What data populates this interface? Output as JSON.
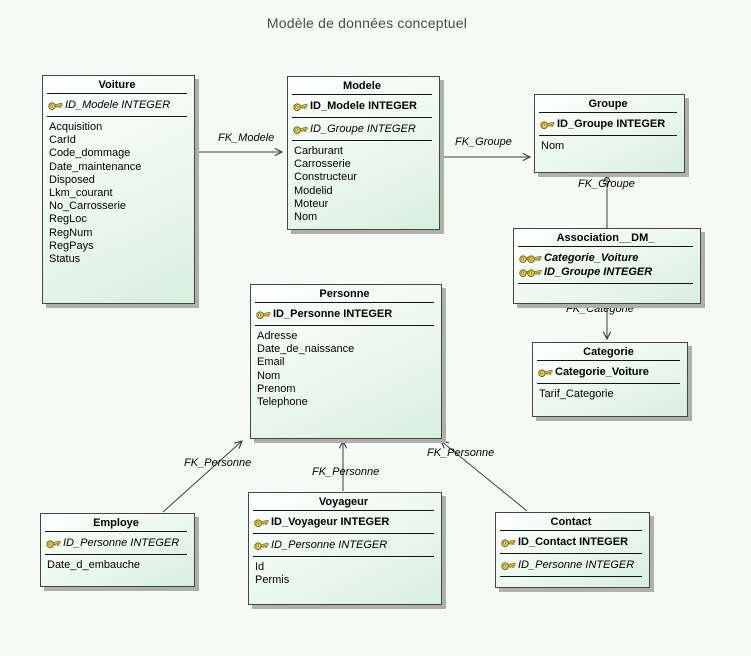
{
  "diagram": {
    "title": "Modèle de données conceptuel"
  },
  "entities": {
    "voiture": {
      "name": "Voiture",
      "keys": [
        {
          "text": "ID_Modele INTEGER",
          "role": "foreign-identifier"
        }
      ],
      "attributes": [
        "Acquisition",
        "CarId",
        "Code_dommage",
        "Date_maintenance",
        "Disposed",
        "Lkm_courant",
        "No_Carrosserie",
        "RegLoc",
        "RegNum",
        "RegPays",
        "Status"
      ]
    },
    "modele": {
      "name": "Modele",
      "keys": [
        {
          "text": "ID_Modele INTEGER",
          "role": "primary-identifier"
        },
        {
          "text": "ID_Groupe INTEGER",
          "role": "foreign-identifier"
        }
      ],
      "attributes": [
        "Carburant",
        "Carrosserie",
        "Constructeur",
        "Modelid",
        "Moteur",
        "Nom"
      ]
    },
    "groupe": {
      "name": "Groupe",
      "keys": [
        {
          "text": "ID_Groupe INTEGER",
          "role": "primary-identifier"
        }
      ],
      "attributes": [
        "Nom"
      ]
    },
    "association": {
      "name": "Association__DM_",
      "keys": [
        {
          "text": "Categorie_Voiture",
          "role": "primary-foreign-identifier"
        },
        {
          "text": "ID_Groupe INTEGER",
          "role": "primary-foreign-identifier"
        }
      ],
      "attributes": []
    },
    "categorie": {
      "name": "Categorie",
      "keys": [
        {
          "text": "Categorie_Voiture",
          "role": "primary-identifier"
        }
      ],
      "attributes": [
        "Tarif_Categorie"
      ]
    },
    "personne": {
      "name": "Personne",
      "keys": [
        {
          "text": "ID_Personne INTEGER",
          "role": "primary-identifier"
        }
      ],
      "attributes": [
        "Adresse",
        "Date_de_naissance",
        "Email",
        "Nom",
        "Prenom",
        "Telephone"
      ]
    },
    "employe": {
      "name": "Employe",
      "keys": [
        {
          "text": "ID_Personne INTEGER",
          "role": "foreign-identifier"
        }
      ],
      "attributes": [
        "Date_d_embauche"
      ]
    },
    "voyageur": {
      "name": "Voyageur",
      "keys": [
        {
          "text": "ID_Voyageur INTEGER",
          "role": "primary-identifier"
        },
        {
          "text": "ID_Personne INTEGER",
          "role": "foreign-identifier"
        }
      ],
      "attributes": [
        "Id",
        "Permis"
      ]
    },
    "contact": {
      "name": "Contact",
      "keys": [
        {
          "text": "ID_Contact INTEGER",
          "role": "primary-identifier"
        },
        {
          "text": "ID_Personne INTEGER",
          "role": "foreign-identifier"
        }
      ],
      "attributes": []
    }
  },
  "relations": {
    "voiture_to_modele": {
      "label": "FK_Modele"
    },
    "modele_to_groupe": {
      "label": "FK_Groupe"
    },
    "association_to_groupe": {
      "label": "FK_Groupe"
    },
    "association_to_categorie": {
      "label": "FK_Categorie"
    },
    "employe_to_personne": {
      "label": "FK_Personne"
    },
    "voyageur_to_personne": {
      "label": "FK_Personne"
    },
    "contact_to_personne": {
      "label": "FK_Personne"
    }
  },
  "icons": {
    "single_key": "key-icon",
    "double_key": "double-key-icon"
  },
  "colors": {
    "entity_fill_light": "#ffffff",
    "entity_fill_green": "#d8efde",
    "entity_border": "#454545",
    "entity_shadow": "#adb1aa",
    "separator_line": "#141414",
    "relation_line": "#3f3f3f",
    "key_gold": "#e2ce4f",
    "key_outline": "#77671c",
    "page_background": "#f6faf6",
    "title_text": "#4b4b4b"
  }
}
